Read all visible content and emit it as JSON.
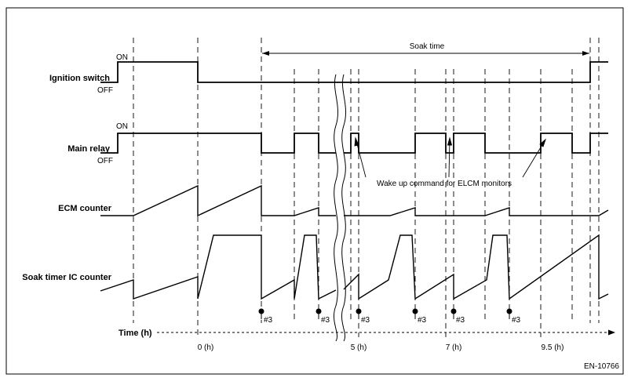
{
  "figure_id": "EN-10766",
  "annotation": {
    "soak_time": "Soak time",
    "wake_up": "Wake up command for ELCM monitors"
  },
  "rows": [
    {
      "key": "ignition",
      "label": "Ignition switch",
      "on": "ON",
      "off": "OFF"
    },
    {
      "key": "relay",
      "label": "Main relay",
      "on": "ON",
      "off": "OFF"
    },
    {
      "key": "ecm",
      "label": "ECM counter"
    },
    {
      "key": "soak",
      "label": "Soak timer IC counter"
    }
  ],
  "time_axis": {
    "label": "Time (h)",
    "ticks": [
      "0 (h)",
      "5 (h)",
      "7 (h)",
      "9.5 (h)"
    ]
  },
  "markers": [
    "#3",
    "#3",
    "#3",
    "#3",
    "#3",
    "#3"
  ]
}
